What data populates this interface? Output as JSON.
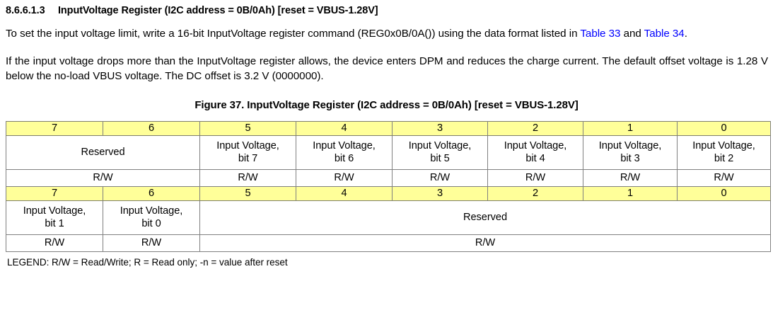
{
  "section": {
    "number": "8.6.6.1.3",
    "title": "InputVoltage Register (I2C address = 0B/0Ah) [reset = VBUS-1.28V]"
  },
  "paragraphs": {
    "p1_before_link1": "To set the input voltage limit, write a 16-bit InputVoltage register command (REG0x0B/0A()) using the data format listed in ",
    "p1_link1": "Table 33",
    "p1_between_links": " and ",
    "p1_link2": "Table 34",
    "p1_after_link2": ".",
    "p2": "If the input voltage drops more than the InputVoltage register allows, the device enters DPM and reduces the charge current. The default offset voltage is 1.28 V below the no-load VBUS voltage. The DC offset is 3.2 V (0000000)."
  },
  "figure": {
    "caption": "Figure 37.  InputVoltage Register (I2C address = 0B/0Ah) [reset = VBUS-1.28V]"
  },
  "register_table": {
    "colors": {
      "header_fill": "#FFFF99",
      "border": "#808080",
      "link": "#0000FF"
    },
    "block1": {
      "bit_numbers": [
        "7",
        "6",
        "5",
        "4",
        "3",
        "2",
        "1",
        "0"
      ],
      "fields": [
        {
          "line1": "Reserved",
          "line2": "",
          "span": 2
        },
        {
          "line1": "Input Voltage,",
          "line2": "bit 7",
          "span": 1
        },
        {
          "line1": "Input Voltage,",
          "line2": "bit 6",
          "span": 1
        },
        {
          "line1": "Input Voltage,",
          "line2": "bit 5",
          "span": 1
        },
        {
          "line1": "Input Voltage,",
          "line2": "bit 4",
          "span": 1
        },
        {
          "line1": "Input Voltage,",
          "line2": "bit 3",
          "span": 1
        },
        {
          "line1": "Input Voltage,",
          "line2": "bit 2",
          "span": 1
        }
      ],
      "access": [
        {
          "label": "R/W",
          "span": 2
        },
        {
          "label": "R/W",
          "span": 1
        },
        {
          "label": "R/W",
          "span": 1
        },
        {
          "label": "R/W",
          "span": 1
        },
        {
          "label": "R/W",
          "span": 1
        },
        {
          "label": "R/W",
          "span": 1
        },
        {
          "label": "R/W",
          "span": 1
        }
      ]
    },
    "block2": {
      "bit_numbers": [
        "7",
        "6",
        "5",
        "4",
        "3",
        "2",
        "1",
        "0"
      ],
      "fields": [
        {
          "line1": "Input Voltage,",
          "line2": "bit 1",
          "span": 1
        },
        {
          "line1": "Input Voltage,",
          "line2": "bit 0",
          "span": 1
        },
        {
          "line1": "Reserved",
          "line2": "",
          "span": 6
        }
      ],
      "access": [
        {
          "label": "R/W",
          "span": 1
        },
        {
          "label": "R/W",
          "span": 1
        },
        {
          "label": "R/W",
          "span": 6
        }
      ]
    }
  },
  "legend": {
    "text": "LEGEND: R/W = Read/Write; R = Read only; -n = value after reset"
  }
}
